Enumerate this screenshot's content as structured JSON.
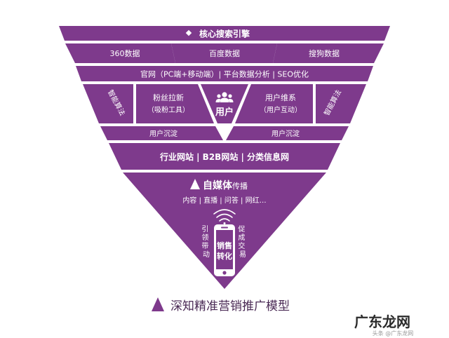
{
  "colors": {
    "purple": "#7e3a8c",
    "purple_light": "#9a5aa6",
    "white": "#ffffff",
    "caption": "#4a2a55",
    "watermark": "#2a2a2a"
  },
  "layers": {
    "top_title": "核心搜索引擎",
    "data_sources": [
      "360数据",
      "百度数据",
      "搜狗数据"
    ],
    "website_row": "官网（PC端+移动端）| 平台数据分析 | SEO优化",
    "fans_left": "粉丝拉新",
    "fans_left_sub": "（吸粉工具）",
    "center_label": "用户",
    "fans_right": "用户维系",
    "fans_right_sub": "（用户互动）",
    "side_tag_left": "智能算法",
    "side_tag_right": "智能算法",
    "retention_left": "用户沉淀",
    "retention_right": "用户沉淀",
    "industry_row": "行业网站 | B2B网站 | 分类信息网",
    "media_title": "自媒体",
    "media_suffix": "传播",
    "media_sub": "内容 | 直播 | 问答 | 网红…",
    "guide_left": "引领带动",
    "guide_right": "促成交易",
    "phone_text_1": "销售",
    "phone_text_2": "转化"
  },
  "caption": "深知精准营销推广模型",
  "watermark": {
    "main": "广东龙网",
    "sub": "头条 @广东龙网"
  }
}
